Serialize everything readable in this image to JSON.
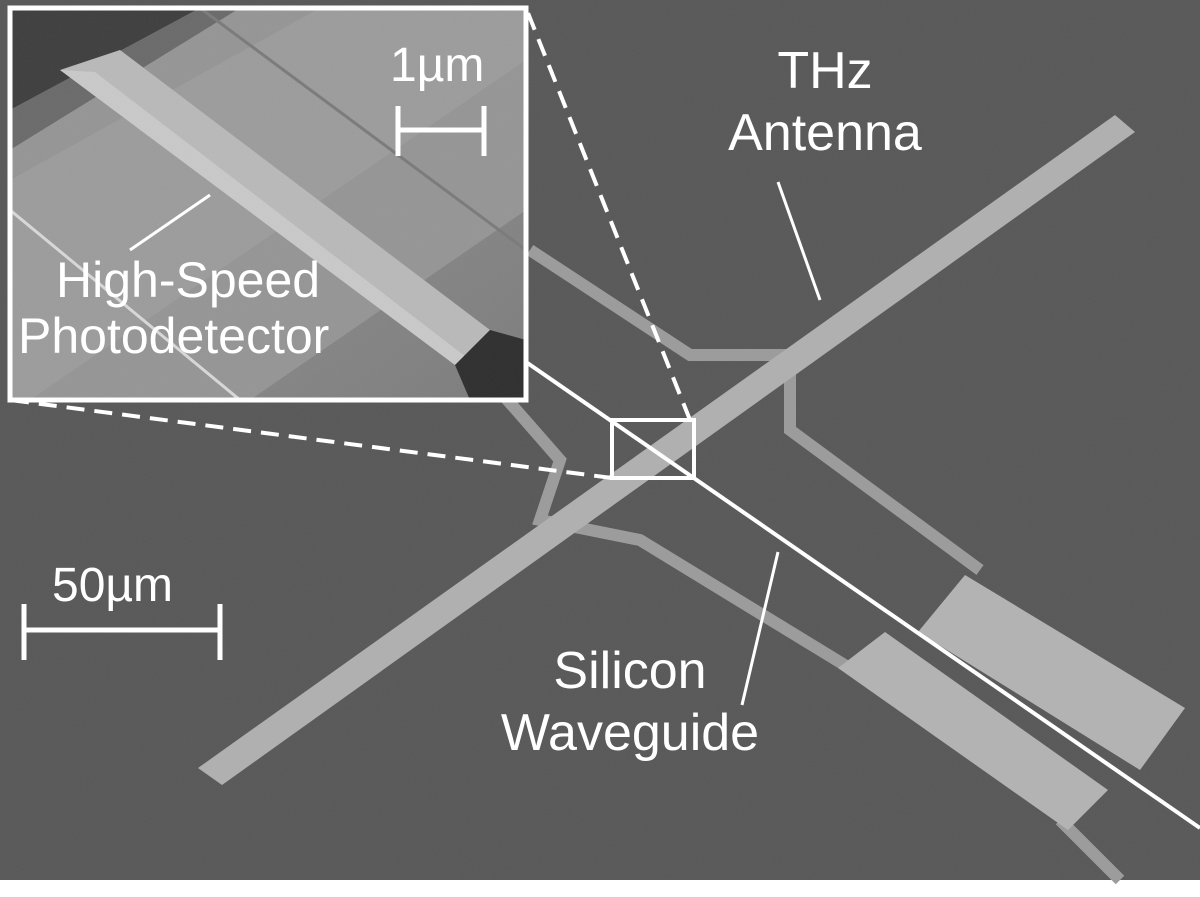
{
  "image": {
    "kind": "SEM micrograph with zoomed inset",
    "colors": {
      "substrate": "#555555",
      "metal": "#a8a8a8",
      "annotation": "#ffffff",
      "inset_background": "#8e8e8e"
    }
  },
  "labels": {
    "antenna": [
      "THz",
      "Antenna"
    ],
    "waveguide": [
      "Silicon",
      "Waveguide"
    ],
    "photodetector": [
      "High-Speed",
      "Photodetector"
    ]
  },
  "scale_bars": {
    "main": "50µm",
    "inset": "1µm"
  }
}
